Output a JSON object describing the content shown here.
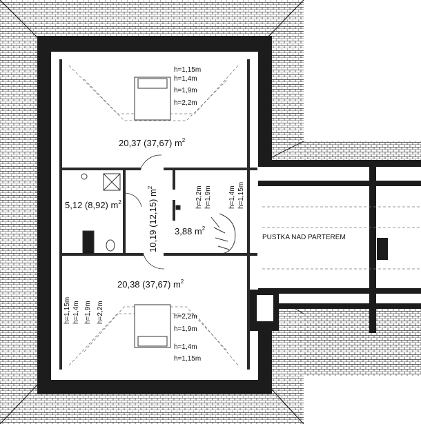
{
  "rooms": {
    "bedroom_top": {
      "area": "20,37 (37,67) m",
      "sup": "2"
    },
    "bathroom": {
      "area": "5,12 (8,92) m",
      "sup": "2"
    },
    "corridor": {
      "area": "10,19 (12,15) m",
      "sup": "2"
    },
    "stair": {
      "area": "3,88 m",
      "sup": "2"
    },
    "bedroom_bottom": {
      "area": "20,38 (37,67) m",
      "sup": "2"
    }
  },
  "void_label": "PUSTKA NAD PARTEREM",
  "heights": {
    "top": [
      "h=1,15m",
      "h=1,4m",
      "h=1,9m",
      "h=2,2m"
    ],
    "corridor_right": [
      "h=2,2m",
      "h=1,9m",
      "h=1,4m",
      "h=1,15m"
    ],
    "bottom_left": [
      "h=1,15m",
      "h=1,4m",
      "h=1,9m",
      "h=2,2m"
    ],
    "bottom_mid": [
      "h=2,2m",
      "h=1,9m"
    ],
    "bottom_low": [
      "h=1,4m",
      "h=1,15m"
    ]
  }
}
